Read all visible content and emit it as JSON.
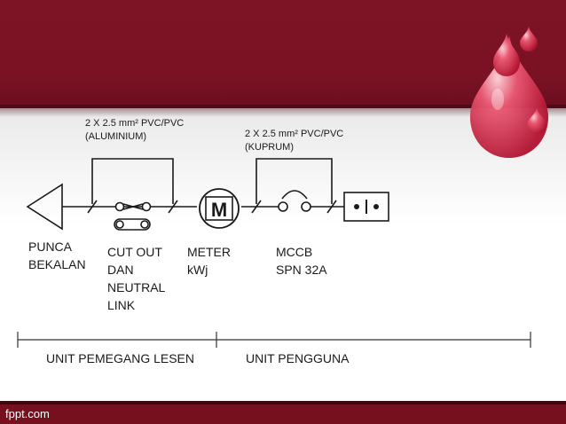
{
  "cable_left": {
    "line1": "2 X 2.5 mm² PVC/PVC",
    "line2": "(ALUMINIUM)"
  },
  "cable_right": {
    "line1": "2 X 2.5 mm² PVC/PVC",
    "line2": "(KUPRUM)"
  },
  "meter_symbol": "M",
  "labels": {
    "supply": {
      "line1": "PUNCA",
      "line2": "BEKALAN"
    },
    "cutout": {
      "line1": "CUT OUT",
      "line2": "DAN",
      "line3": "NEUTRAL",
      "line4": "LINK"
    },
    "meter": {
      "line1": "METER",
      "line2": "kWj"
    },
    "mccb": {
      "line1": "MCCB",
      "line2": "SPN 32A"
    }
  },
  "units": {
    "licensee": "UNIT PEMEGANG LESEN",
    "consumer": "UNIT PENGGUNA"
  },
  "footer": "fppt.com",
  "colors": {
    "theme_red": "#7a1224",
    "drop_red": "#d8314f"
  }
}
